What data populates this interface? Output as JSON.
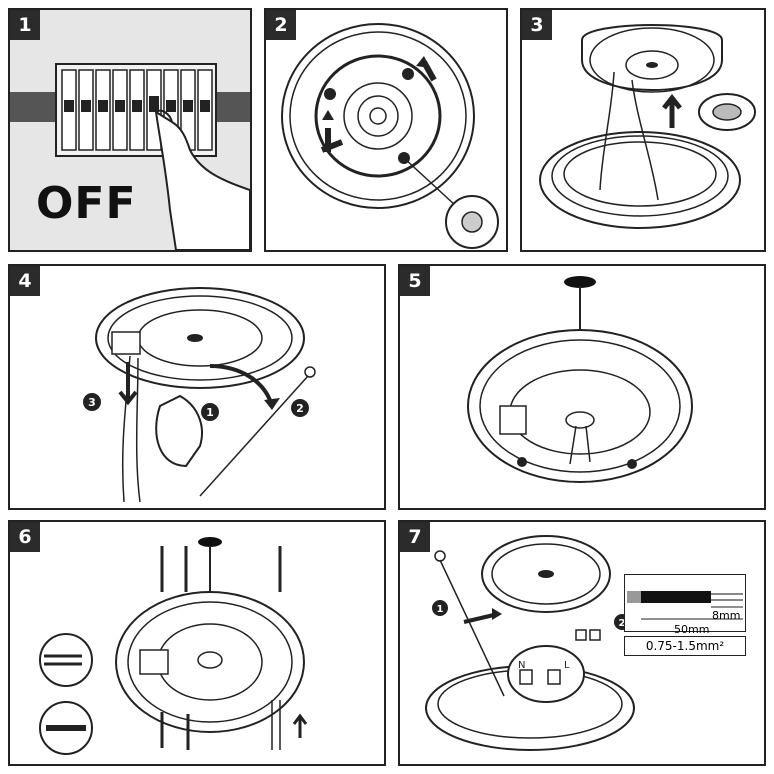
{
  "panels": [
    {
      "step": "1",
      "label": "OFF"
    },
    {
      "step": "2"
    },
    {
      "step": "3"
    },
    {
      "step": "4",
      "callouts": [
        "3",
        "1",
        "2"
      ]
    },
    {
      "step": "5"
    },
    {
      "step": "6"
    },
    {
      "step": "7",
      "callouts": [
        "1",
        "2"
      ],
      "terminals": [
        "N",
        "L"
      ]
    }
  ],
  "wire_spec": {
    "strip": "8mm",
    "sheath": "50mm",
    "gauge": "0.75-1.5mm²"
  },
  "colors": {
    "outline": "#222222",
    "panel_gray": "#e6e6e6",
    "wire_gray": "#888888",
    "badge": "#2b2b2b"
  }
}
